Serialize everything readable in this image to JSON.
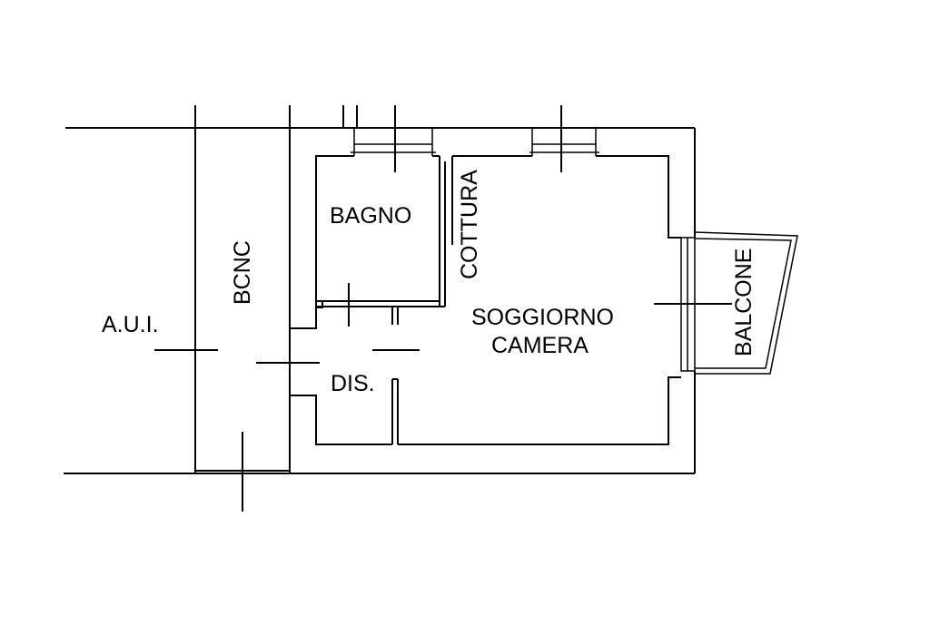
{
  "floor_plan": {
    "labels": {
      "aui": "A.U.I.",
      "bcnc": "BCNC",
      "bagno": "BAGNO",
      "cottura": "COTTURA",
      "soggiorno": "SOGGIORNO",
      "camera": "CAMERA",
      "dis": "DIS.",
      "balcone": "BALCONE"
    },
    "colors": {
      "line": "#000000",
      "background": "#ffffff"
    }
  }
}
